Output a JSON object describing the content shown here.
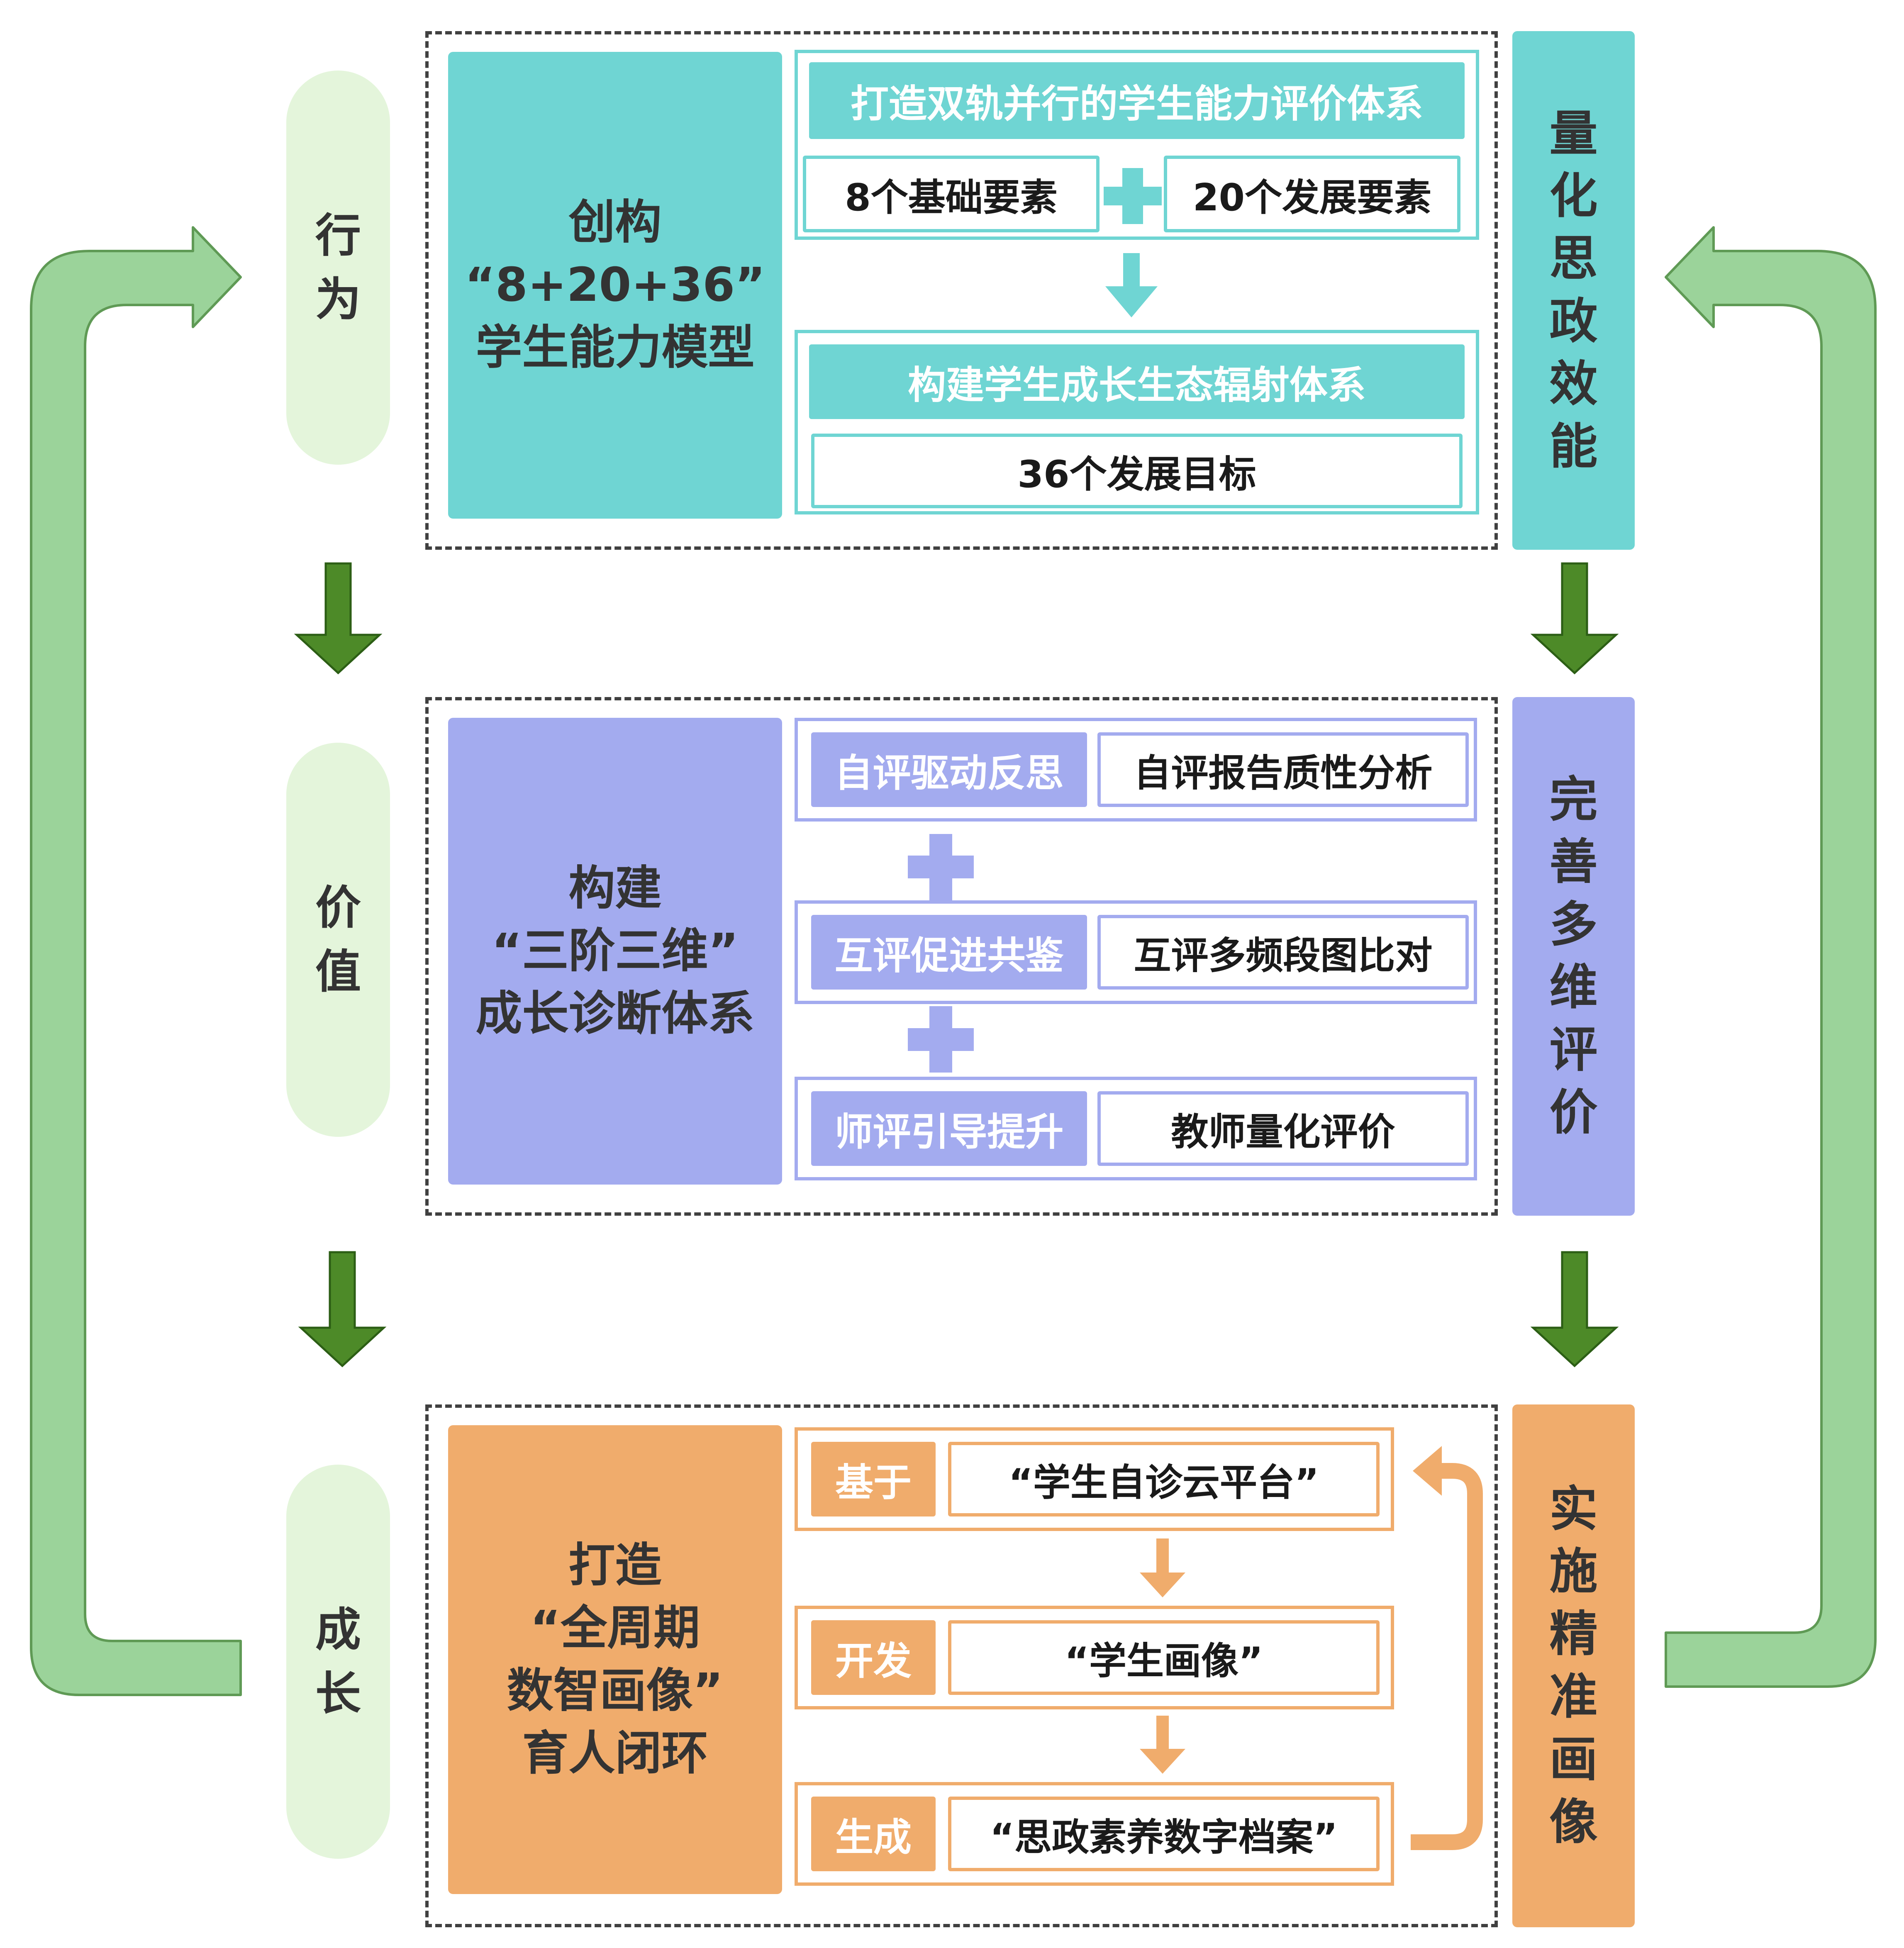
{
  "stages": {
    "behavior": [
      "行",
      "为"
    ],
    "value": [
      "价",
      "值"
    ],
    "growth": [
      "成",
      "长"
    ]
  },
  "section1": {
    "main_lines": [
      "创构",
      "“8+20+36”",
      "学生能力模型"
    ],
    "header_a": "打造双轨并行的学生能力评价体系",
    "box_a1": "8个基础要素",
    "box_a2": "20个发展要素",
    "header_b": "构建学生成长生态辐射体系",
    "box_b1": "36个发展目标",
    "side_chars": [
      "量",
      "化",
      "思",
      "政",
      "效",
      "能"
    ]
  },
  "section2": {
    "main_lines": [
      "构建",
      "“三阶三维”",
      "成长诊断体系"
    ],
    "rows": [
      {
        "tag": "自评驱动反思",
        "text": "自评报告质性分析"
      },
      {
        "tag": "互评促进共鉴",
        "text": "互评多频段图比对"
      },
      {
        "tag": "师评引导提升",
        "text": "教师量化评价"
      }
    ],
    "side_chars": [
      "完",
      "善",
      "多",
      "维",
      "评",
      "价"
    ]
  },
  "section3": {
    "main_lines": [
      "打造",
      "“全周期",
      "数智画像”",
      "育人闭环"
    ],
    "rows": [
      {
        "tag": "基于",
        "text": "“学生自诊云平台”"
      },
      {
        "tag": "开发",
        "text": "“学生画像”"
      },
      {
        "tag": "生成",
        "text": "“思政素养数字档案”"
      }
    ],
    "side_chars": [
      "实",
      "施",
      "精",
      "准",
      "画",
      "像"
    ]
  },
  "colors": {
    "teal": "#6fd5d3",
    "purple": "#a3abef",
    "orange": "#f0ac6c",
    "light_green": "#e4f5db",
    "loop_green": "#9bd39a",
    "arrow_green": "#4d8a28"
  }
}
